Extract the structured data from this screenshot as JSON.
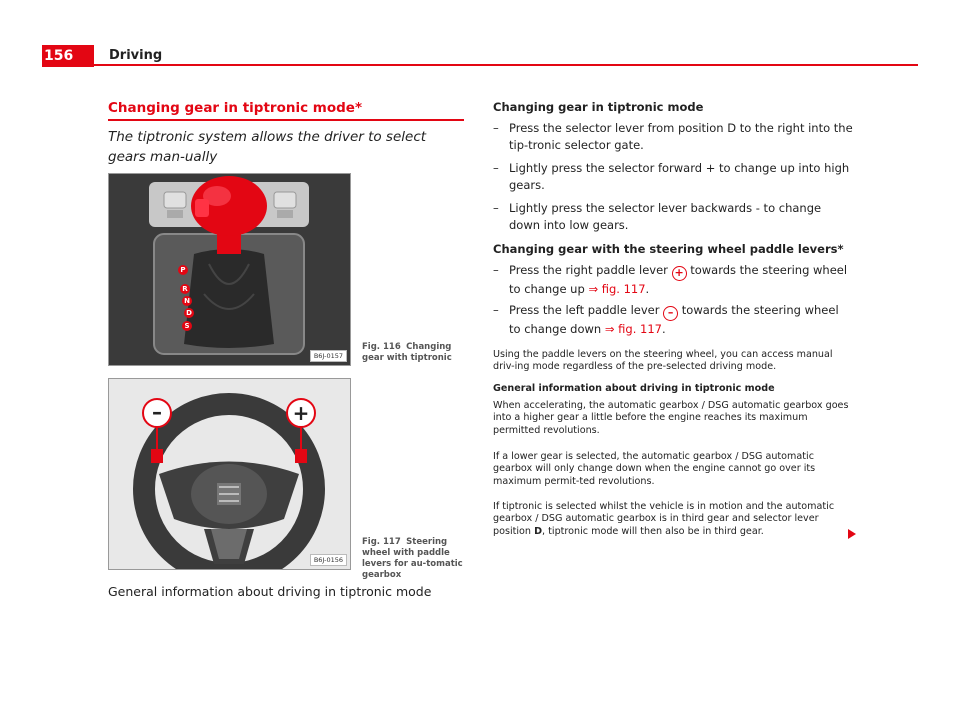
{
  "header": {
    "page_number": "156",
    "title": "Driving"
  },
  "section": {
    "title": "Changing gear in tiptronic mode*",
    "subtitle": "The tiptronic system allows the driver to select gears man-ually"
  },
  "figures": [
    {
      "code": "B6J-0157",
      "label": "Fig. 116",
      "caption": "Changing gear with tiptronic"
    },
    {
      "code": "B6J-0156",
      "label": "Fig. 117",
      "caption": "Steering wheel with paddle levers for au-tomatic gearbox"
    }
  ],
  "gear_labels": [
    "P",
    "R",
    "N",
    "D",
    "S"
  ],
  "left_bottom": "General information about driving in tiptronic mode",
  "right": {
    "heading1": "Changing gear in tiptronic mode",
    "bullets1": [
      "Press the selector lever from position D to the right into the tip-tronic selector gate.",
      "Lightly press the selector forward + to change up into high gears.",
      "Lightly press the selector lever backwards - to change down into low gears."
    ],
    "heading2": "Changing gear with the steering wheel paddle levers*",
    "bullet_paddle_up": {
      "before": "Press the right paddle lever",
      "symbol": "+",
      "after": "towards the steering wheel to change up",
      "xref": "⇒ fig. 117",
      "end": "."
    },
    "bullet_paddle_down": {
      "before": "Press the left paddle lever",
      "symbol": "–",
      "after": "towards the steering wheel to change down",
      "xref": "⇒ fig. 117",
      "end": "."
    },
    "para1": "Using the paddle levers on the steering wheel, you can access manual driv-ing mode regardless of the pre-selected driving mode.",
    "heading3": "General information about driving in tiptronic mode",
    "para2": "When accelerating, the automatic gearbox / DSG automatic gearbox goes into a higher gear a little before the engine reaches its maximum permitted revolutions.",
    "para3": "If a lower gear is selected, the automatic gearbox / DSG automatic gearbox will only change down when the engine cannot go over its maximum permit-ted revolutions.",
    "para4_a": "If tiptronic is selected whilst the vehicle is in motion and the automatic gearbox / DSG automatic gearbox is in third gear and selector lever position",
    "para4_b": "D",
    "para4_c": ", tiptronic mode will then also be in third gear."
  },
  "colors": {
    "accent": "#e30613"
  }
}
